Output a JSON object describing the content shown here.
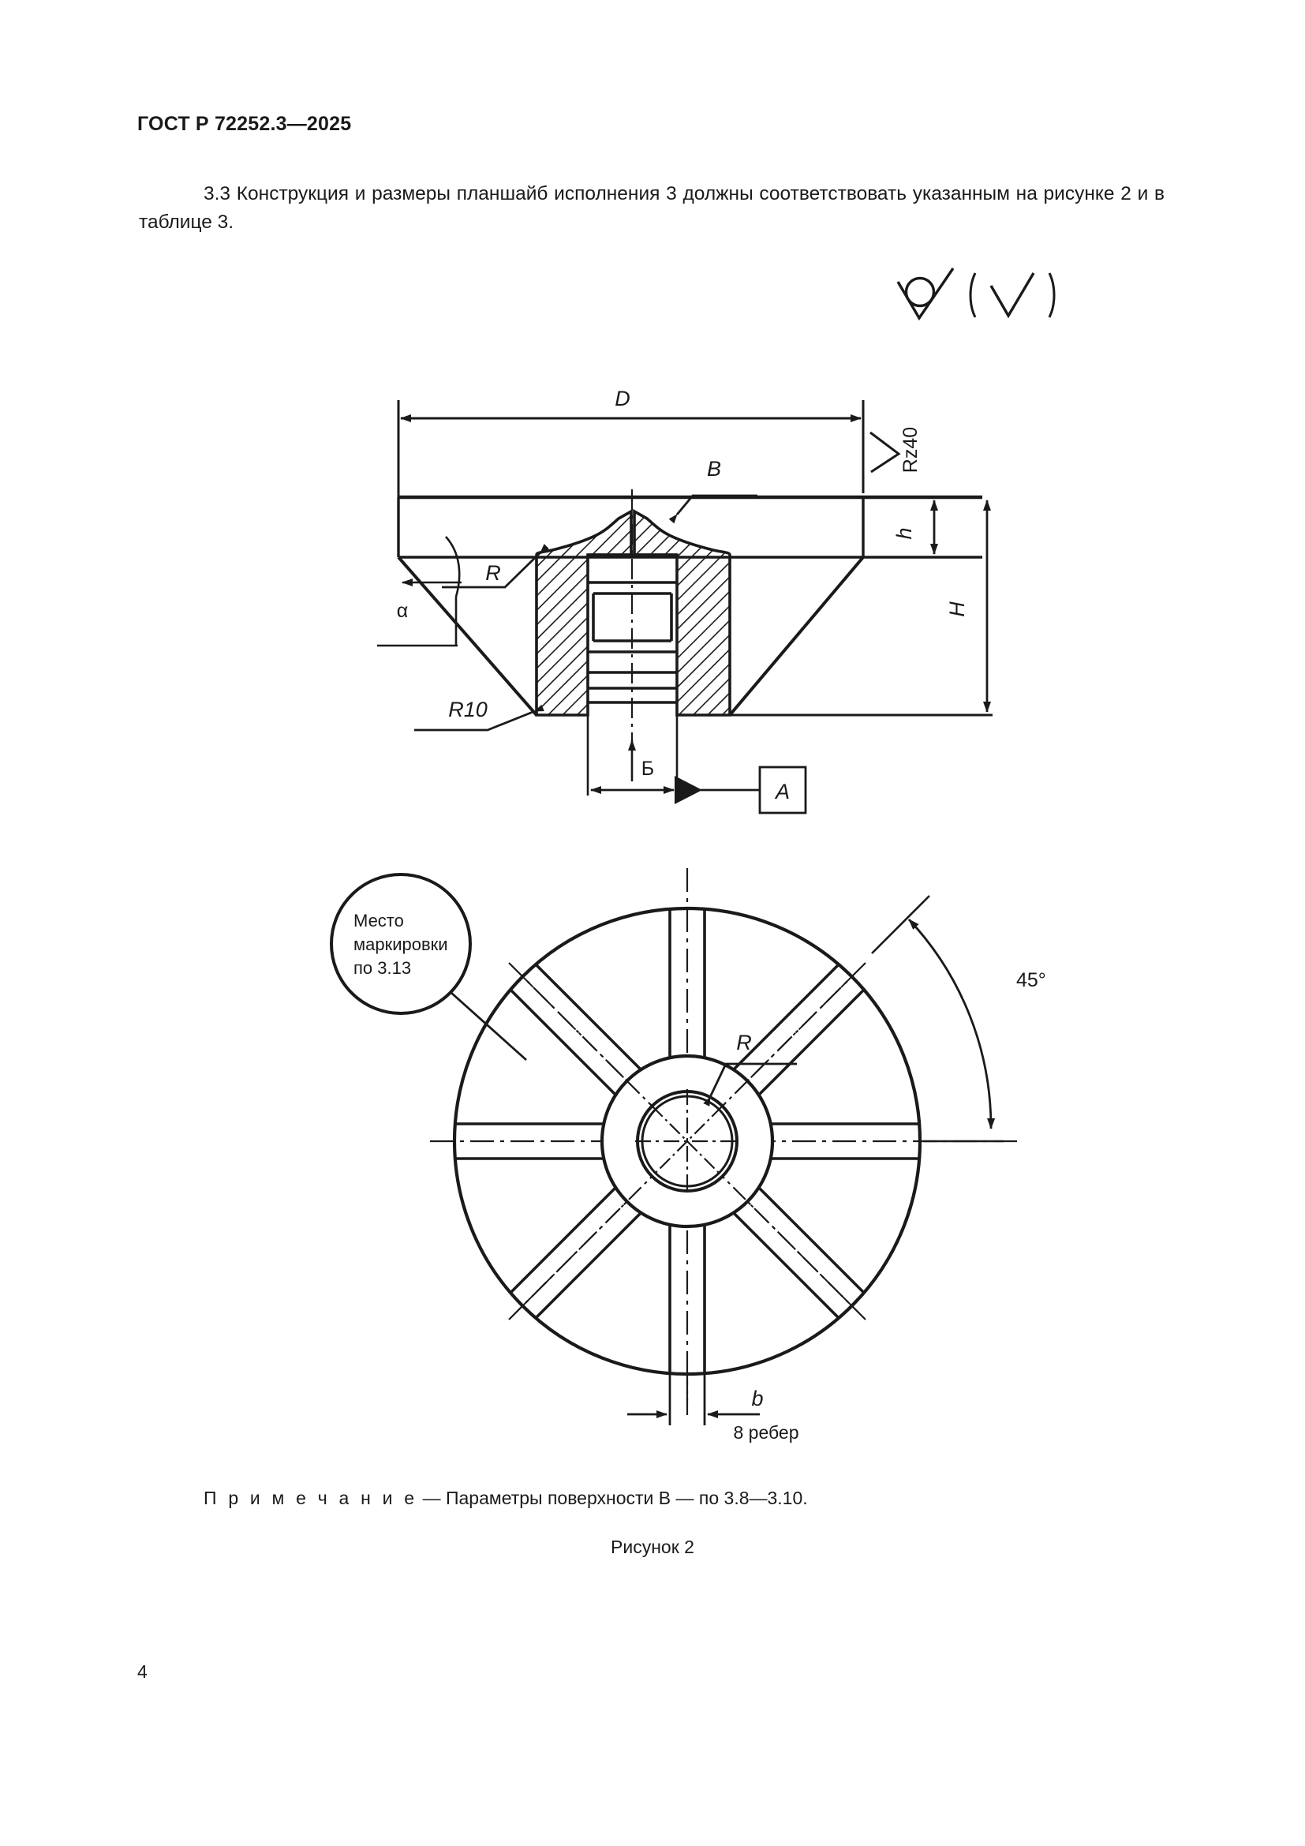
{
  "document": {
    "header": "ГОСТ Р 72252.3—2025",
    "page_number": "4"
  },
  "body": {
    "paragraph": "3.3 Конструкция и размеры планшайб исполнения 3 должны соответствовать указанным на рисунке 2 и в таблице 3."
  },
  "figure": {
    "caption": "Рисунок 2",
    "note_label": "П р и м е ч а н и е",
    "note_text": " — Параметры поверхности В — по 3.8—3.10.",
    "surface_finish_note": "(√)",
    "section_view": {
      "dim_outer_diameter": "D",
      "surface_designation_B": "B",
      "roughness": "Rz40",
      "dim_flange_height": "h",
      "dim_total_height": "H",
      "radius_label": "R",
      "angle_label": "α",
      "radius_10": "R10",
      "dim_hub_width": "Б",
      "section_marker": "A"
    },
    "plan_view": {
      "marking_callout_line1": "Место",
      "marking_callout_line2": "маркировки",
      "marking_callout_line3": "по 3.13",
      "radius_label": "R",
      "angle_between_ribs": "45°",
      "dim_rib_width": "b",
      "rib_count_label": "8 ребер"
    }
  }
}
